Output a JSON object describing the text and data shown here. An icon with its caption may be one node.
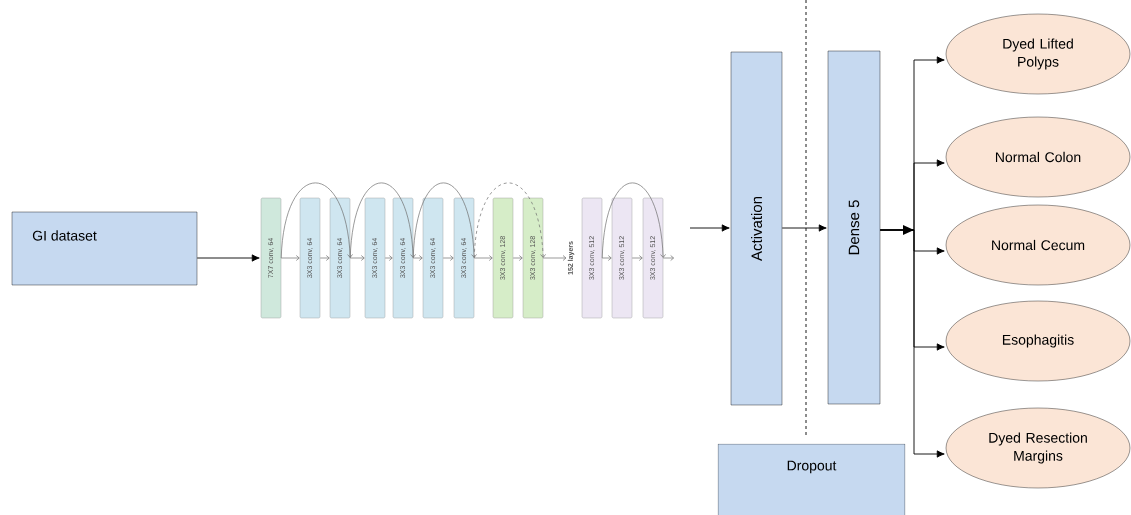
{
  "diagram": {
    "nodes": [
      {
        "text": [
          "GI dataset"
        ]
      },
      {
        "text": [
          "7X7 conv, 64"
        ]
      },
      {
        "text": [
          "3X3 conv, 64"
        ]
      },
      {
        "text": [
          "3X3 conv, 64"
        ]
      },
      {
        "text": [
          "3X3 conv, 64"
        ]
      },
      {
        "text": [
          "3X3 conv, 64"
        ]
      },
      {
        "text": [
          "3X3 conv, 64"
        ]
      },
      {
        "text": [
          "3X3 conv, 64"
        ]
      },
      {
        "text": [
          "3X3 conv, 128"
        ]
      },
      {
        "text": [
          "3X3 conv, 128"
        ]
      },
      {
        "text": [
          "3X3 conv, 512"
        ]
      },
      {
        "text": [
          "3X3 conv, 512"
        ]
      },
      {
        "text": [
          "3X3 conv, 512"
        ]
      },
      {
        "text": [
          "Activation"
        ]
      },
      {
        "text": [
          "Dense 5"
        ]
      },
      {
        "text": [
          "Dropout"
        ]
      },
      {
        "text": [
          "Dyed Lifted Polyps"
        ]
      },
      {
        "text": [
          "Normal Colon"
        ]
      },
      {
        "text": [
          "Normal Cecum"
        ]
      },
      {
        "text": [
          "Esophagitis"
        ]
      },
      {
        "text": [
          "Dyed Resection Margins"
        ]
      },
      {
        "text": [
          "152 layers"
        ]
      }
    ],
    "edges": [
      {
        "from": 0,
        "to": 1,
        "arrow": "to",
        "color": "#000000"
      },
      {
        "from": 1,
        "to": 2,
        "arrow": "to"
      },
      {
        "from": 2,
        "to": 3,
        "arrow": "to"
      },
      {
        "from": 3,
        "to": 4,
        "arrow": "to"
      },
      {
        "from": 4,
        "to": 5,
        "arrow": "to"
      },
      {
        "from": 5,
        "to": 6,
        "arrow": "to"
      },
      {
        "from": 6,
        "to": 7,
        "arrow": "to"
      },
      {
        "from": 7,
        "to": 8,
        "arrow": "to"
      },
      {
        "from": 8,
        "to": 9,
        "arrow": "to"
      },
      {
        "from": 9,
        "to": 21,
        "arrow": "to"
      },
      {
        "from": 10,
        "to": 11,
        "arrow": "to"
      },
      {
        "from": 11,
        "to": 12,
        "arrow": "to"
      },
      {
        "from": 12,
        "to": null,
        "arrow": "to"
      },
      {
        "from": 1,
        "to": 3,
        "arrow": "to"
      },
      {
        "from": 3,
        "to": 5,
        "arrow": "to"
      },
      {
        "from": 5,
        "to": 7,
        "arrow": "to"
      },
      {
        "from": 7,
        "to": 9,
        "arrow": "to",
        "style": "dashed"
      },
      {
        "from": 10,
        "to": 12,
        "arrow": "to"
      },
      {
        "from": null,
        "to": 13,
        "arrow": "to",
        "color": "#000000"
      },
      {
        "from": 13,
        "to": 14,
        "arrow": "to",
        "color": "#000000"
      },
      {
        "from": 14,
        "to": 16,
        "arrow": "to",
        "color": "#000000"
      },
      {
        "from": 14,
        "to": 17,
        "arrow": "to",
        "color": "#000000"
      },
      {
        "from": 14,
        "to": 18,
        "arrow": "to",
        "color": "#000000"
      },
      {
        "from": 14,
        "to": 19,
        "arrow": "to",
        "color": "#000000"
      },
      {
        "from": 14,
        "to": 20,
        "arrow": "to",
        "color": "#000000"
      },
      {
        "from": null,
        "to": 15,
        "arrow": "none",
        "style": "dashed",
        "color": "#000000"
      }
    ]
  }
}
